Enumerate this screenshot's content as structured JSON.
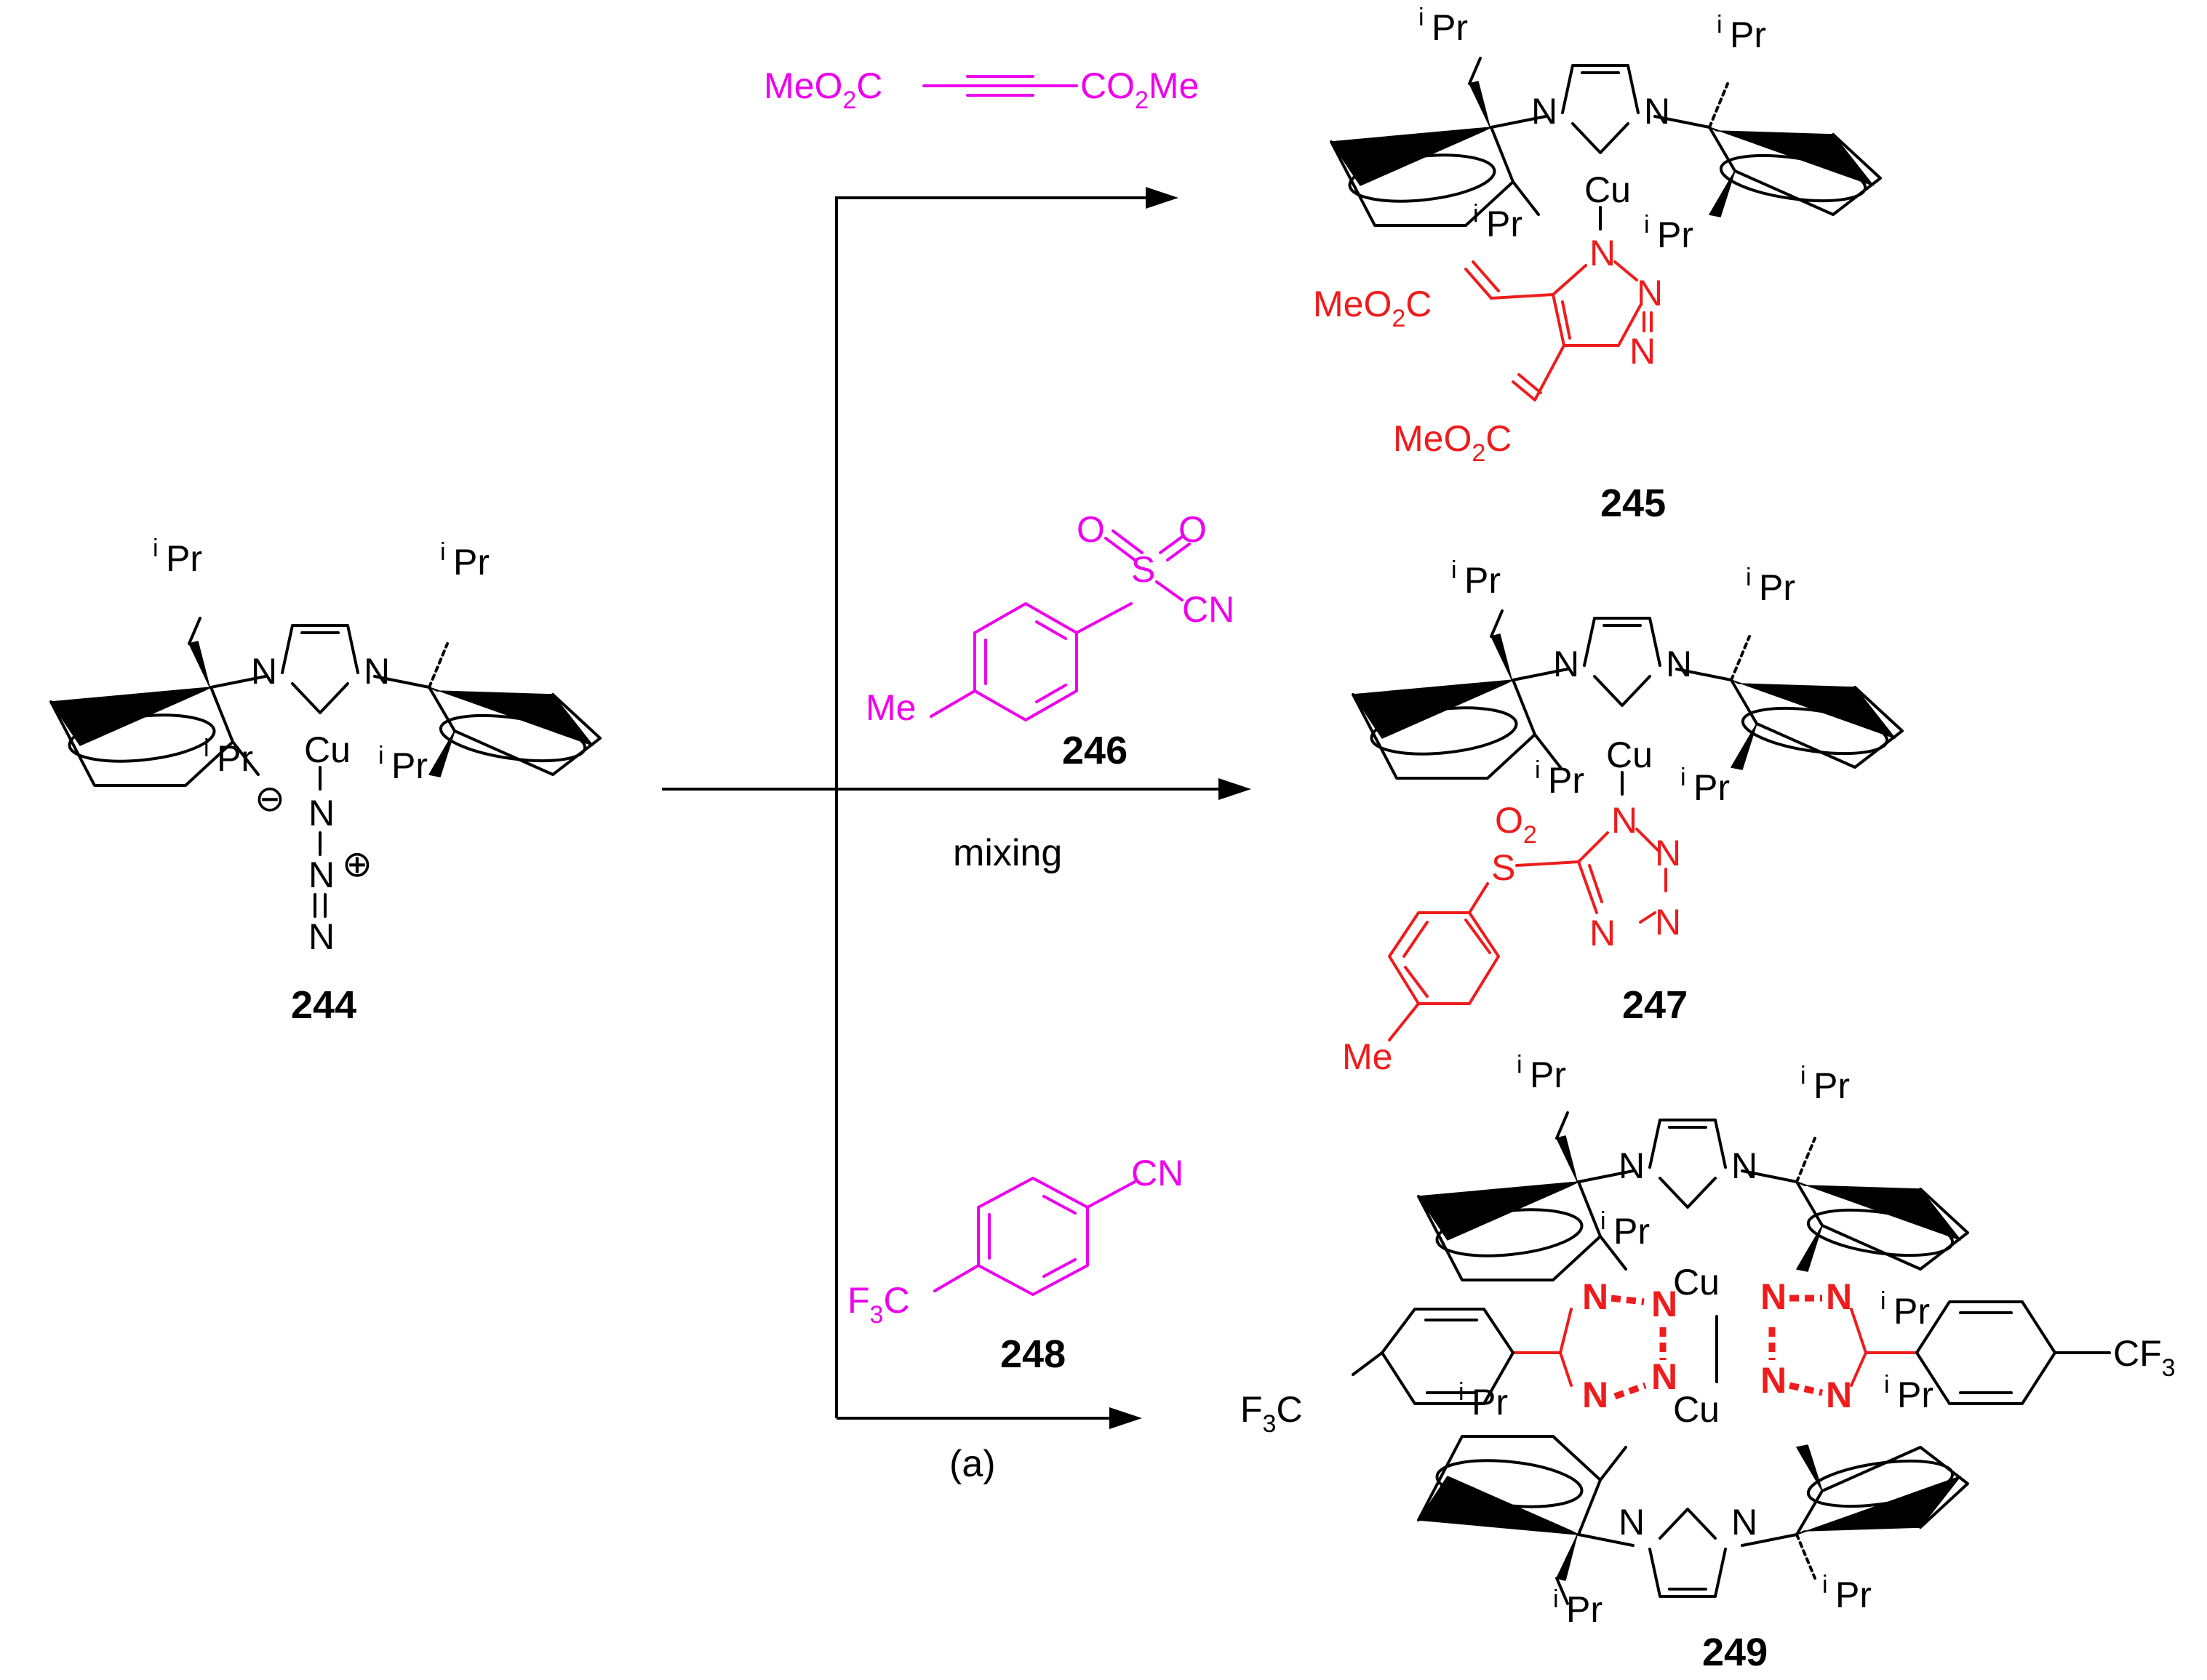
{
  "labels": {
    "iPr_i": "i",
    "iPr_Pr": "Pr",
    "Cu": "Cu",
    "N": "N",
    "minus": "⊖",
    "plus": "⊕"
  },
  "reagents": {
    "dmad": {
      "left": "MeO",
      "left_sub": "2",
      "left_c": "C",
      "right": "CO",
      "right_sub": "2",
      "right_me": "Me"
    },
    "tscn": {
      "S": "S",
      "O": "O",
      "CN": "CN",
      "Me": "Me"
    },
    "arcn": {
      "CN": "CN",
      "F3C_F": "F",
      "F3C_sub": "3",
      "F3C_C": "C"
    }
  },
  "compounds": {
    "c244": "244",
    "c245": "245",
    "c246": "246",
    "c247": "247",
    "c248": "248",
    "c249": "249"
  },
  "products": {
    "ester_top": {
      "pre": "MeO",
      "sub": "2",
      "post": "C"
    },
    "ester_bottom": {
      "pre": "MeO",
      "sub": "2",
      "post": "C"
    },
    "sulfonyl": {
      "S": "S",
      "O": "O",
      "sub": "2",
      "Me": "Me"
    },
    "cf3_right": {
      "pre": "CF",
      "sub": "3"
    },
    "cf3_left": {
      "pre": "F",
      "sub": "3",
      "post": "C"
    }
  },
  "conditions": {
    "mixing": "mixing",
    "a": "(a)"
  },
  "colors": {
    "reagent_highlight": "#ee00ee",
    "product_highlight": "#ee1c1c",
    "structure": "#000000"
  }
}
